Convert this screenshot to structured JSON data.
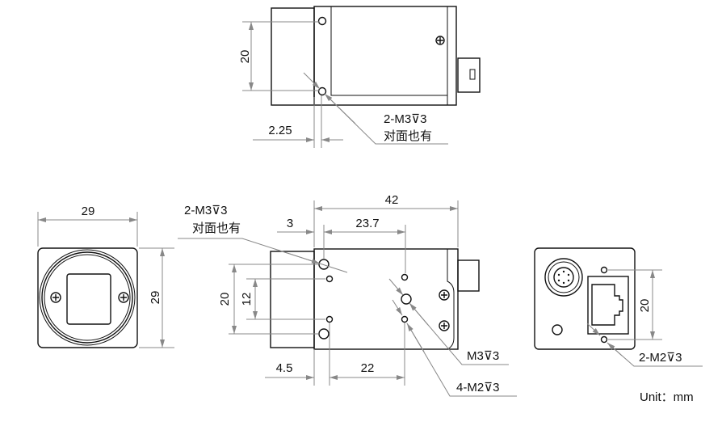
{
  "top_view": {
    "dim_height": "20",
    "dim_offset": "2.25",
    "callout_line1": "2-M3⊽3",
    "callout_line2": "对面也有"
  },
  "front_view": {
    "dim_width": "29",
    "dim_height": "29"
  },
  "side_view": {
    "dim_length": "42",
    "dim_3": "3",
    "dim_23_7": "23.7",
    "dim_20": "20",
    "dim_12": "12",
    "dim_4_5": "4.5",
    "dim_22": "22",
    "callout_top_line1": "2-M3⊽3",
    "callout_top_line2": "对面也有",
    "callout_m3": "M3⊽3",
    "callout_m2": "4-M2⊽3"
  },
  "back_view": {
    "dim_height": "20",
    "callout": "2-M2⊽3"
  },
  "unit_label": "Unit：mm"
}
